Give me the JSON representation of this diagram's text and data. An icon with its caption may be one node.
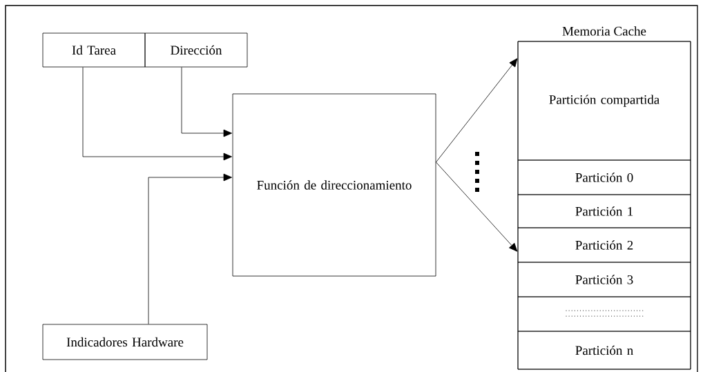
{
  "diagram": {
    "nodes": [
      {
        "text": [
          "Id Tarea"
        ]
      },
      {
        "text": [
          "Dirección"
        ]
      },
      {
        "text": [
          "Función de direccionamiento"
        ]
      },
      {
        "text": [
          "Indicadores Hardware"
        ]
      },
      {
        "text": [
          "Memoria Cache"
        ]
      },
      {
        "text": [
          "Partición compartida"
        ],
        "in": 4
      },
      {
        "text": [
          "Partición  0"
        ],
        "in": 4
      },
      {
        "text": [
          "Partición  1"
        ],
        "in": 4
      },
      {
        "text": [
          "Partición  2"
        ],
        "in": 4
      },
      {
        "text": [
          "Partición  3"
        ],
        "in": 4
      },
      {
        "text": [],
        "shape": "box",
        "in": 4
      },
      {
        "text": [
          "Partición  n"
        ],
        "in": 4
      }
    ],
    "edges": [
      {
        "from": 1,
        "to": 2,
        "arrow": "to"
      },
      {
        "from": 0,
        "to": 2,
        "arrow": "to"
      },
      {
        "from": 3,
        "to": 2,
        "arrow": "to"
      },
      {
        "from": 2,
        "to": 5,
        "arrow": "to"
      },
      {
        "from": 2,
        "to": 8,
        "arrow": "to"
      }
    ]
  }
}
